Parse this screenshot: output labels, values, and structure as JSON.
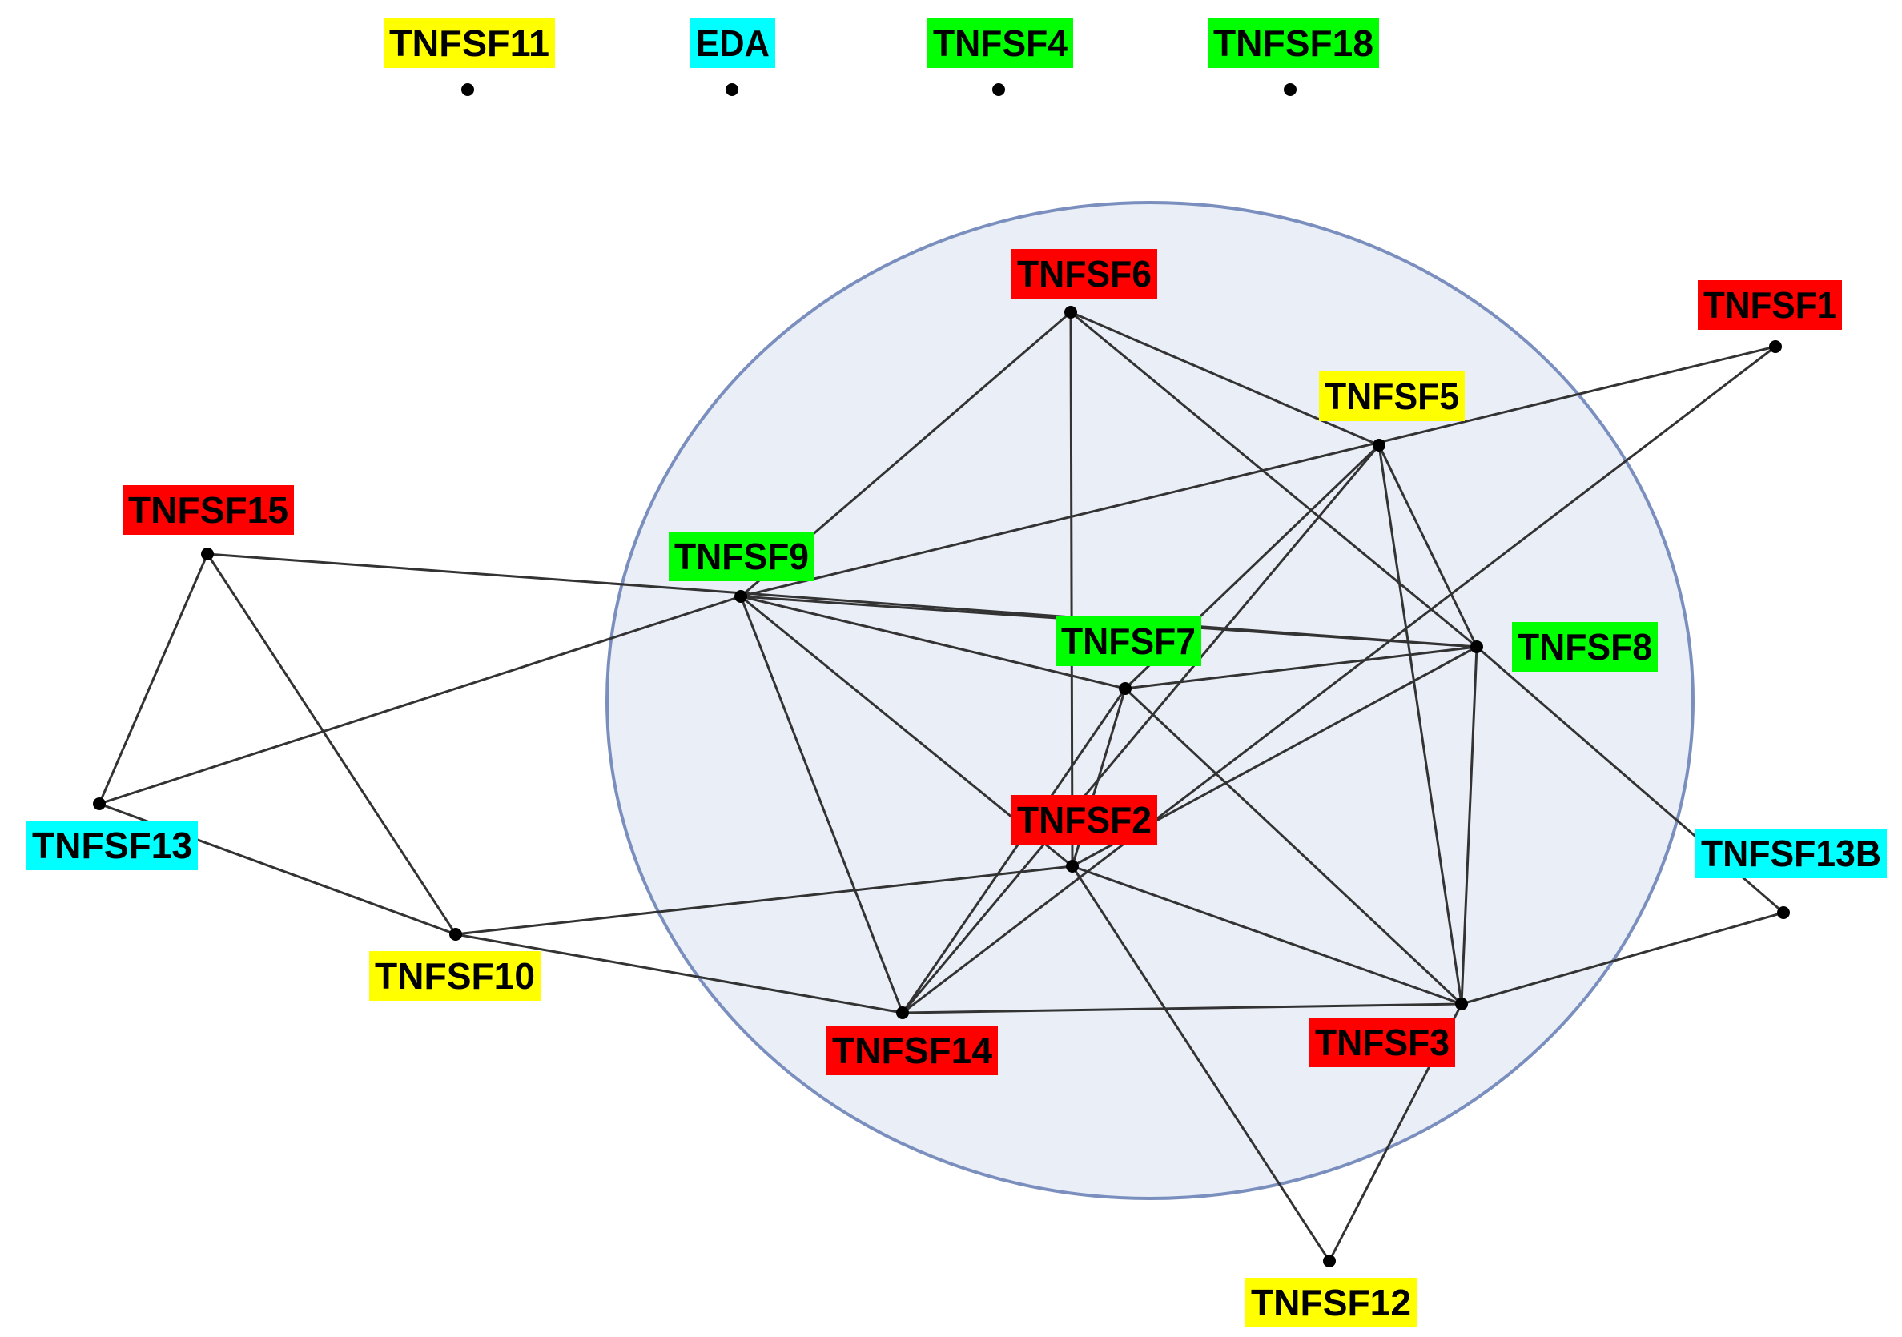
{
  "colors": {
    "yellow": "#ffff00",
    "cyan": "#00ffff",
    "green": "#00ff00",
    "red": "#ff0000",
    "cluster_fill": "#e9eef7",
    "cluster_stroke": "#7b8fbf",
    "edge": "#333333",
    "node": "#000000"
  },
  "nodes": [
    {
      "id": "TNFSF11",
      "label": "TNFSF11",
      "color": "yellow"
    },
    {
      "id": "EDA",
      "label": "EDA",
      "color": "cyan"
    },
    {
      "id": "TNFSF4",
      "label": "TNFSF4",
      "color": "green"
    },
    {
      "id": "TNFSF18",
      "label": "TNFSF18",
      "color": "green"
    },
    {
      "id": "TNFSF6",
      "label": "TNFSF6",
      "color": "red"
    },
    {
      "id": "TNFSF1",
      "label": "TNFSF1",
      "color": "red"
    },
    {
      "id": "TNFSF5",
      "label": "TNFSF5",
      "color": "yellow"
    },
    {
      "id": "TNFSF15",
      "label": "TNFSF15",
      "color": "red"
    },
    {
      "id": "TNFSF9",
      "label": "TNFSF9",
      "color": "green"
    },
    {
      "id": "TNFSF7",
      "label": "TNFSF7",
      "color": "green"
    },
    {
      "id": "TNFSF8",
      "label": "TNFSF8",
      "color": "green"
    },
    {
      "id": "TNFSF13",
      "label": "TNFSF13",
      "color": "cyan"
    },
    {
      "id": "TNFSF2",
      "label": "TNFSF2",
      "color": "red"
    },
    {
      "id": "TNFSF13B",
      "label": "TNFSF13B",
      "color": "cyan"
    },
    {
      "id": "TNFSF10",
      "label": "TNFSF10",
      "color": "yellow"
    },
    {
      "id": "TNFSF14",
      "label": "TNFSF14",
      "color": "red"
    },
    {
      "id": "TNFSF3",
      "label": "TNFSF3",
      "color": "red"
    },
    {
      "id": "TNFSF12",
      "label": "TNFSF12",
      "color": "yellow"
    }
  ],
  "edges": [
    [
      "TNFSF6",
      "TNFSF9"
    ],
    [
      "TNFSF6",
      "TNFSF2"
    ],
    [
      "TNFSF6",
      "TNFSF5"
    ],
    [
      "TNFSF6",
      "TNFSF8"
    ],
    [
      "TNFSF1",
      "TNFSF9"
    ],
    [
      "TNFSF1",
      "TNFSF14"
    ],
    [
      "TNFSF5",
      "TNFSF7"
    ],
    [
      "TNFSF5",
      "TNFSF14"
    ],
    [
      "TNFSF5",
      "TNFSF8"
    ],
    [
      "TNFSF5",
      "TNFSF3"
    ],
    [
      "TNFSF15",
      "TNFSF13"
    ],
    [
      "TNFSF15",
      "TNFSF10"
    ],
    [
      "TNFSF15",
      "TNFSF8"
    ],
    [
      "TNFSF9",
      "TNFSF13"
    ],
    [
      "TNFSF9",
      "TNFSF8"
    ],
    [
      "TNFSF9",
      "TNFSF7"
    ],
    [
      "TNFSF9",
      "TNFSF2"
    ],
    [
      "TNFSF9",
      "TNFSF14"
    ],
    [
      "TNFSF7",
      "TNFSF8"
    ],
    [
      "TNFSF7",
      "TNFSF2"
    ],
    [
      "TNFSF7",
      "TNFSF14"
    ],
    [
      "TNFSF7",
      "TNFSF3"
    ],
    [
      "TNFSF8",
      "TNFSF2"
    ],
    [
      "TNFSF8",
      "TNFSF3"
    ],
    [
      "TNFSF8",
      "TNFSF13B"
    ],
    [
      "TNFSF13",
      "TNFSF10"
    ],
    [
      "TNFSF10",
      "TNFSF2"
    ],
    [
      "TNFSF10",
      "TNFSF14"
    ],
    [
      "TNFSF2",
      "TNFSF3"
    ],
    [
      "TNFSF2",
      "TNFSF12"
    ],
    [
      "TNFSF14",
      "TNFSF3"
    ],
    [
      "TNFSF3",
      "TNFSF13B"
    ],
    [
      "TNFSF3",
      "TNFSF12"
    ]
  ]
}
